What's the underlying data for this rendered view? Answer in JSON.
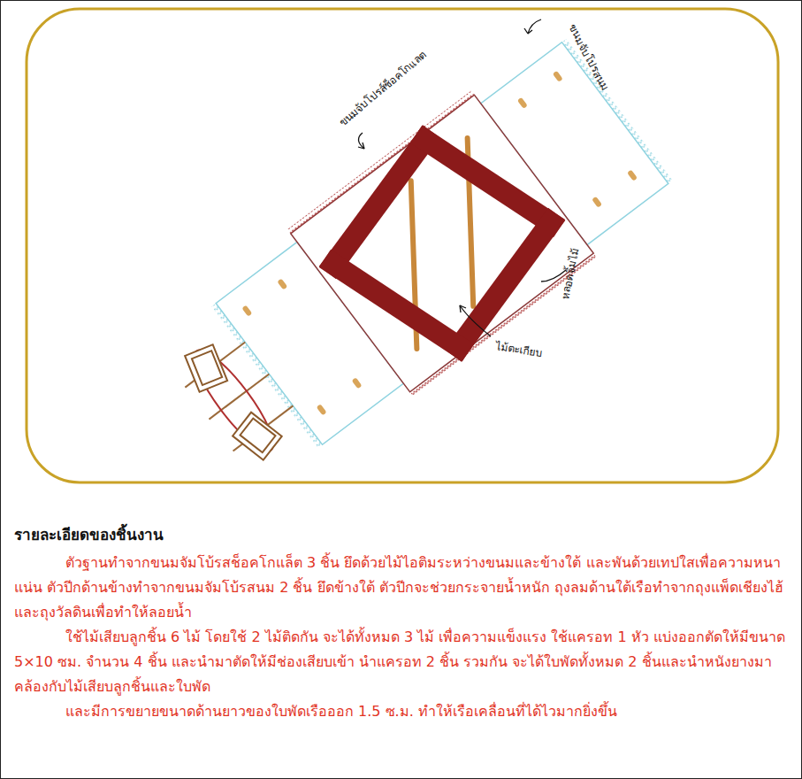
{
  "diagram": {
    "title": "รายละเอียดของชิ้นงาน",
    "labels": [
      "ขนมจับโปรส์ช็อคโกแลต",
      "ขนมจับโปรสนม",
      "หลอดจิ้มไม้",
      "ไม้ตะเกียบ",
      "ตัวฐานทำจากขนมจัมโบ้รสช็อคโกแล็ต 3 ชิ้น ยึดด้วยไม้ไอติมระหว่างขนมและข้างใต้ และพันด้วยเทปใสเพื่อความหนาแน่น ตัวปีกด้านข้างทำจากขนมจัมโบ้รสนม 2 ชิ้น ยึดข้างใต้ ตัวปีกจะช่วยกระจายน้ำหนัก ถุงลมด้านใต้เรือทำจากถุงแพ็ดเชียงไฮ้และถุงวัลดินเพื่อทำให้ลอยน้ำ",
      "ใช้ไม้เสียบลูกชิ้น 6 ไม้ โดยใช้ 2 ไม้ติดกัน จะได้ทั้งหมด 3 ไม้ เพื่อความแข็งแรง ใช้แครอท 1 หัว แบ่งออกตัดให้มีขนาด 5×10 ซม. จำนวน 4 ชิ้น และนำมาตัดให้มีช่องเสียบเข้า นำแครอท 2 ชิ้น รวมกัน จะได้ใบพัดทั้งหมด 2 ชิ้นและนำหนังยางมาคล้องกับไม้เสียบลูกชิ้นและใบพัด",
      "และมีการขยายขนาดด้านยาวของใบพัดเรือออก 1.5 ซ.ม. ทำให้เรือเคลื่อนที่ได้ไวมากยิ่งขึ้น"
    ]
  }
}
